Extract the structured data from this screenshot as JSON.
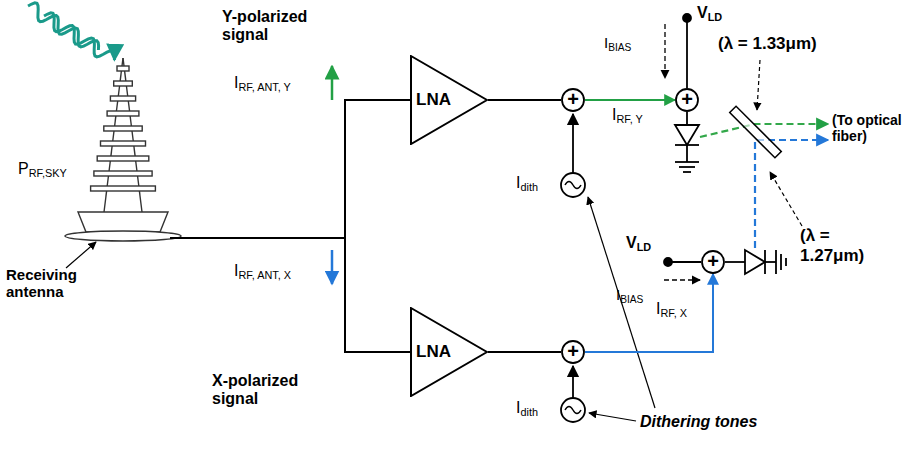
{
  "diagram": {
    "nodes": [
      {
        "text": [
          "LNA"
        ]
      },
      {
        "text": [
          "LNA"
        ]
      },
      {
        "text": [
          "+"
        ]
      },
      {
        "text": [
          "+"
        ]
      },
      {
        "text": [
          "+"
        ]
      },
      {
        "text": [
          "+"
        ]
      }
    ],
    "edges": [
      {
        "from": 0,
        "to": 2,
        "arrow": "none"
      },
      {
        "from": 2,
        "to": 3,
        "arrow": "to",
        "label": "IRF, Y"
      },
      {
        "from": 1,
        "to": 4,
        "arrow": "none"
      },
      {
        "from": 4,
        "to": 5,
        "arrow": "to",
        "label": "IRF, X"
      }
    ],
    "labels": [
      "PRF,SKY",
      "Y-polarized signal",
      "IRF, ANT, Y",
      "Receiving antenna",
      "IRF, ANT, X",
      "X-polarized signal",
      "Idith",
      "Idith",
      "Dithering tones",
      "VLD",
      "IBIAS",
      "(λ = 1.33μm)",
      "(To optical fiber)",
      "VLD",
      "IBIAS",
      "(λ = 1.27μm)"
    ]
  }
}
